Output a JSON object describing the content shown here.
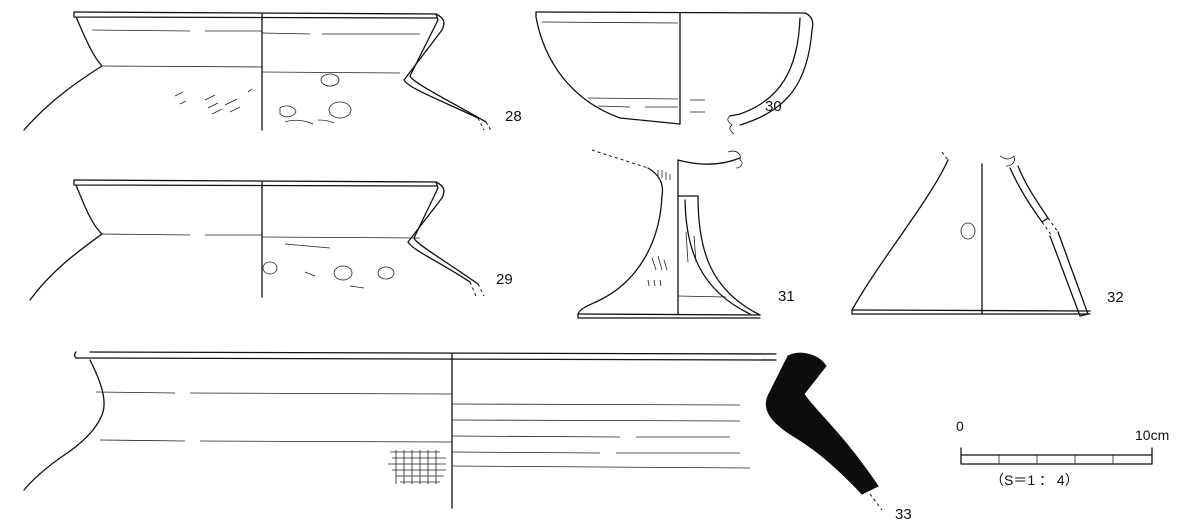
{
  "figures": [
    {
      "id": "28",
      "label": "28"
    },
    {
      "id": "29",
      "label": "29"
    },
    {
      "id": "30",
      "label": "30"
    },
    {
      "id": "31",
      "label": "31"
    },
    {
      "id": "32",
      "label": "32"
    },
    {
      "id": "33",
      "label": "33"
    }
  ],
  "scale_bar": {
    "start_label": "0",
    "end_label": "10cm",
    "ratio_label": "（S＝1 ： 4）"
  }
}
